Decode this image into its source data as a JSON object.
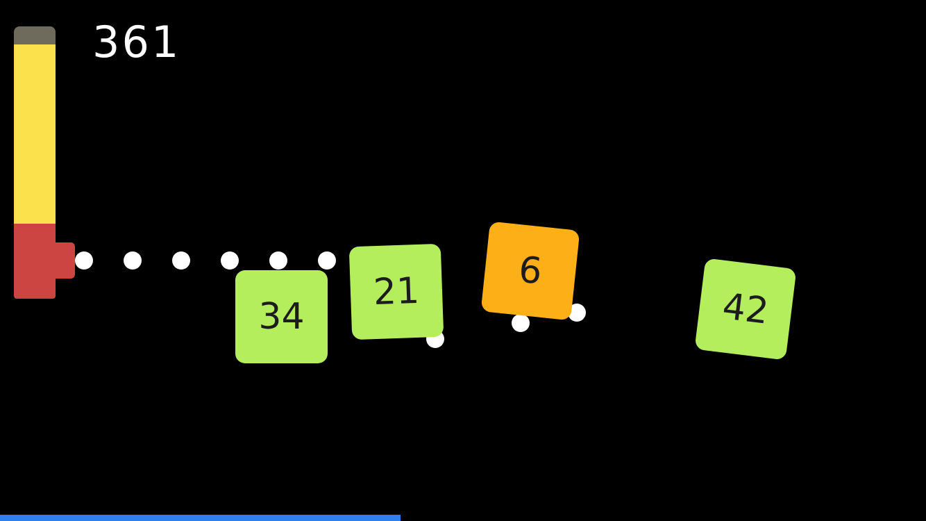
{
  "hud": {
    "score": "361",
    "score_text_color": "#ffffff"
  },
  "player": {
    "cap_color": "#6e6a5c",
    "body_color": "#fbe24c",
    "tip_color": "#cd4542"
  },
  "trail": {
    "dot_color": "#ffffff"
  },
  "blocks": [
    {
      "value": "34",
      "color": "#b5ee5d",
      "text_color": "#1c1c1c"
    },
    {
      "value": "21",
      "color": "#b5ee5d",
      "text_color": "#1c1c1c"
    },
    {
      "value": "6",
      "color": "#fcaf17",
      "text_color": "#1c1c1c"
    },
    {
      "value": "42",
      "color": "#b5ee5d",
      "text_color": "#1c1c1c"
    }
  ],
  "progress": {
    "color": "#2f80ed"
  },
  "background_color": "#000000"
}
